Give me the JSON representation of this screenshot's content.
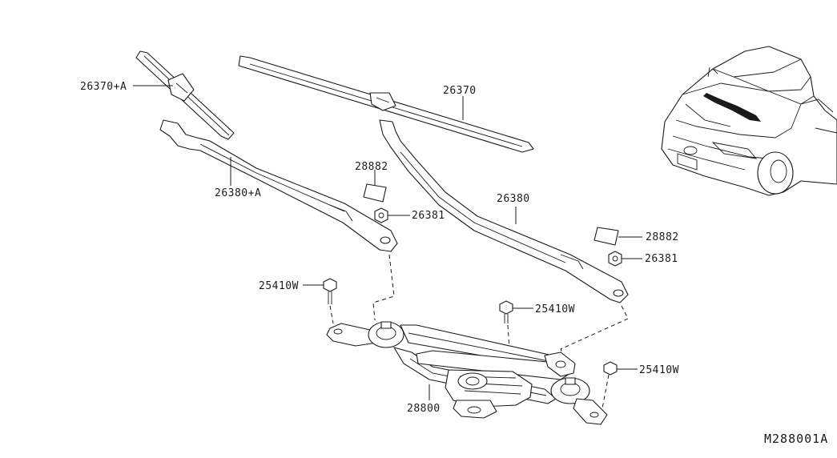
{
  "diagram": {
    "parts": {
      "blade_lh": "26370+A",
      "blade_rh": "26370",
      "arm_lh": "26380+A",
      "arm_rh": "26380",
      "cap_lh": "28882",
      "cap_rh": "28882",
      "nut_lh": "26381",
      "nut_rh": "26381",
      "bolt_left": "25410W",
      "bolt_center": "25410W",
      "bolt_right": "25410W",
      "linkage_motor": "28800"
    },
    "diagram_code": "M288001A"
  }
}
